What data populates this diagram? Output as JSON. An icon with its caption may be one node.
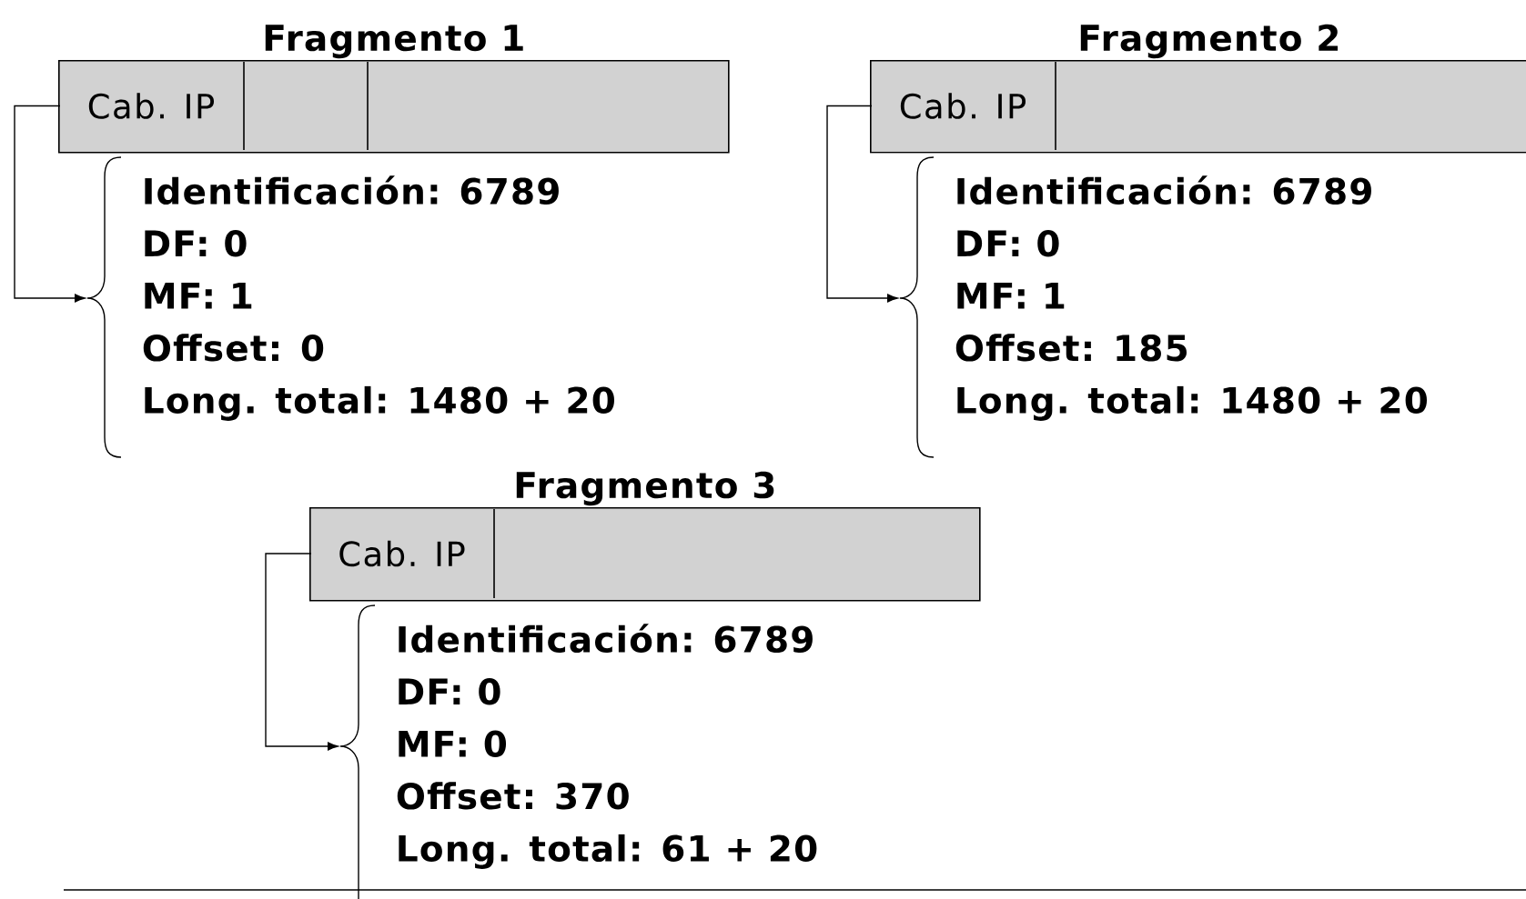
{
  "diagram": {
    "nodes": [
      {
        "text": [
          "Fragmento 1"
        ]
      },
      {
        "text": [
          "Cab. IP"
        ],
        "in": 0
      },
      {
        "text": [],
        "shape": "box",
        "in": 0
      },
      {
        "text": [],
        "shape": "box",
        "in": 0
      },
      {
        "text": [
          "Identificación: 6789",
          "DF: 0",
          "MF: 1",
          "Offset: 0",
          "Long. total: 1480 + 20"
        ]
      },
      {
        "text": [
          "Fragmento 2"
        ]
      },
      {
        "text": [
          "Cab. IP"
        ],
        "in": 5
      },
      {
        "text": [],
        "shape": "box",
        "in": 5
      },
      {
        "text": [
          "Identificación: 6789",
          "DF: 0",
          "MF: 1",
          "Offset: 185",
          "Long. total: 1480 + 20"
        ]
      },
      {
        "text": [
          "Fragmento 3"
        ]
      },
      {
        "text": [
          "Cab. IP"
        ],
        "in": 9
      },
      {
        "text": [],
        "shape": "box",
        "in": 9
      },
      {
        "text": [
          "Identificación: 6789",
          "DF: 0",
          "MF: 0",
          "Offset: 370",
          "Long. total: 61 + 20"
        ]
      }
    ],
    "edges": [
      {
        "from": 1,
        "to": 4,
        "arrow": "to"
      },
      {
        "from": 6,
        "to": 8,
        "arrow": "to"
      },
      {
        "from": 10,
        "to": 12,
        "arrow": "to"
      }
    ]
  }
}
